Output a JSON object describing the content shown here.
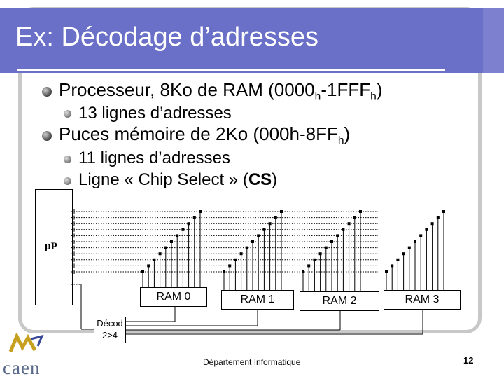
{
  "title": "Ex: Décodage d’adresses",
  "bullets": {
    "processor": {
      "prefix": "Processeur, 8Ko de RAM (0000",
      "sub1": "h",
      "middle": "-1FFF",
      "sub2": "h",
      "suffix": ")"
    },
    "processor_sub": "13 lignes d’adresses",
    "chips": {
      "prefix": "Puces mémoire de 2Ko (000h-8FF",
      "sub": "h",
      "suffix": ")"
    },
    "chips_sub1": "11 lignes d’adresses",
    "chips_sub2_prefix": "Ligne « Chip Select » (",
    "chips_sub2_bold": "CS",
    "chips_sub2_suffix": ")"
  },
  "diagram": {
    "cpu_label": "µP",
    "rams": [
      "RAM 0",
      "RAM 1",
      "RAM 2",
      "RAM 3"
    ],
    "decoder_line1": "Décod",
    "decoder_line2": "2>4"
  },
  "footer": "Département Informatique",
  "page_number": "12",
  "logo": "caen",
  "colors": {
    "title_bar": "#6a6fc8",
    "frame": "#c8c8c8"
  }
}
